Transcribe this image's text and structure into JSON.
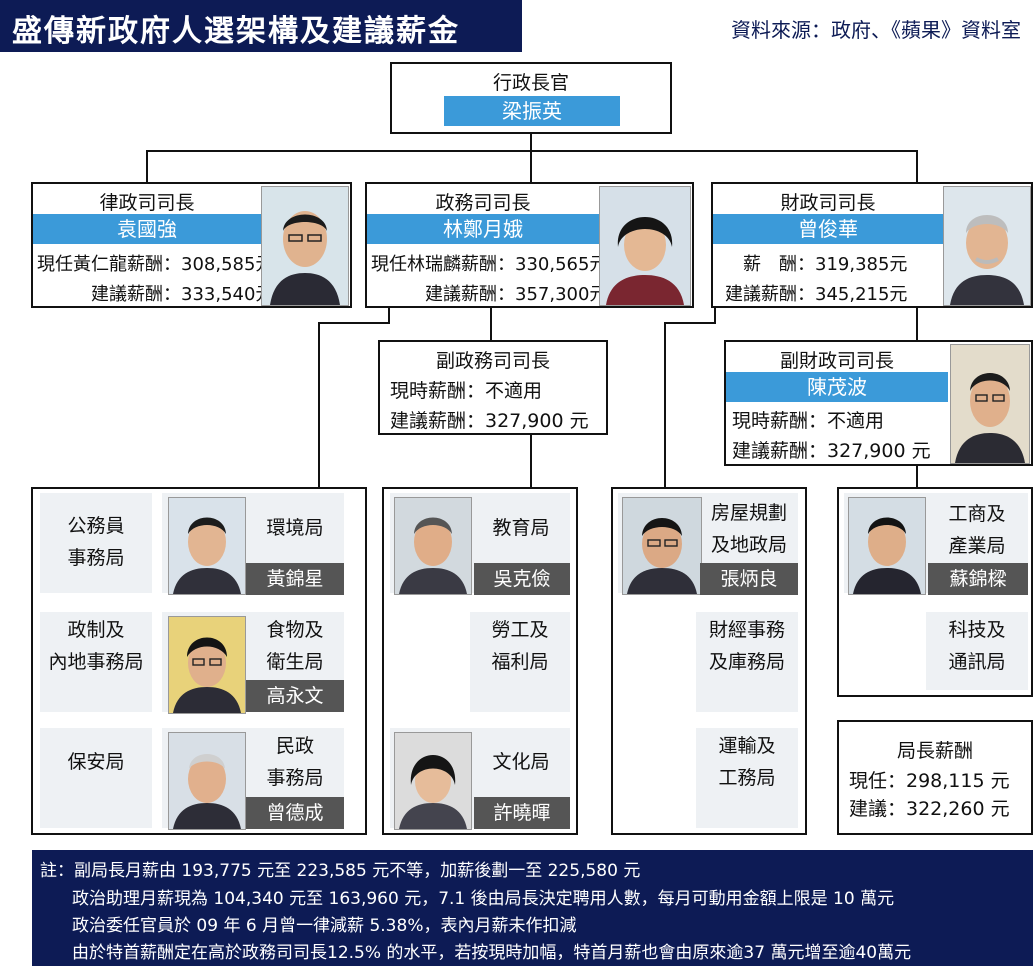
{
  "header": {
    "title": "盛傳新政府人選架構及建議薪金",
    "source": "資料來源：政府、《蘋果》資料室"
  },
  "ce": {
    "title": "行政長官",
    "name": "梁振英"
  },
  "sj": {
    "title": "律政司司長",
    "name": "袁國強",
    "current": "現任黃仁龍薪酬：308,585元",
    "proposed": "建議薪酬：333,540元"
  },
  "cs": {
    "title": "政務司司長",
    "name": "林鄭月娥",
    "current": "現任林瑞麟薪酬：330,565元",
    "proposed": "建議薪酬：357,300元"
  },
  "fs": {
    "title": "財政司司長",
    "name": "曾俊華",
    "current": "薪　酬：319,385元",
    "proposed": "建議薪酬：345,215元"
  },
  "dcs": {
    "title": "副政務司司長",
    "current": "現時薪酬：不適用",
    "proposed": "建議薪酬：327,900 元"
  },
  "dfs": {
    "title": "副財政司司長",
    "name": "陳茂波",
    "current": "現時薪酬：不適用",
    "proposed": "建議薪酬：327,900 元"
  },
  "group1": {
    "civil_service": [
      "公務員",
      "事務局"
    ],
    "environment": [
      "環境局"
    ],
    "environment_head": "黃錦星",
    "constitutional": [
      "政制及",
      "內地事務局"
    ],
    "food_health": [
      "食物及",
      "衛生局"
    ],
    "food_health_head": "高永文",
    "security": [
      "保安局"
    ],
    "home_affairs": [
      "民政",
      "事務局"
    ],
    "home_affairs_head": "曾德成"
  },
  "group2": {
    "education": [
      "教育局"
    ],
    "education_head": "吳克儉",
    "labour": [
      "勞工及",
      "福利局"
    ],
    "culture": [
      "文化局"
    ],
    "culture_head": "許曉暉"
  },
  "group3": {
    "housing": [
      "房屋規劃",
      "及地政局"
    ],
    "housing_head": "張炳良",
    "financial": [
      "財經事務",
      "及庫務局"
    ],
    "transport": [
      "運輸及",
      "工務局"
    ]
  },
  "group4": {
    "commerce": [
      "工商及",
      "產業局"
    ],
    "commerce_head": "蘇錦樑",
    "technology": [
      "科技及",
      "通訊局"
    ]
  },
  "bureau_pay": {
    "title": "局長薪酬",
    "current": "現任：298,115 元",
    "proposed": "建議：322,260 元"
  },
  "notes": [
    "註：副局長月薪由 193,775 元至 223,585 元不等，加薪後劃一至 225,580 元",
    "政治助理月薪現為 104,340 元至 163,960 元，7.1 後由局長決定聘用人數，每月可動用金額上限是 10 萬元",
    "政治委任官員於 09 年 6 月曾一律減薪 5.38%，表內月薪未作扣減",
    "由於特首薪酬定在高於政務司司長12.5% 的水平，若按現時加幅，特首月薪也會由原來逾37 萬元增至逾40萬元"
  ],
  "colors": {
    "navy": "#0d1b55",
    "name_blue": "#3b9ad9",
    "caption_grey": "#555555"
  }
}
